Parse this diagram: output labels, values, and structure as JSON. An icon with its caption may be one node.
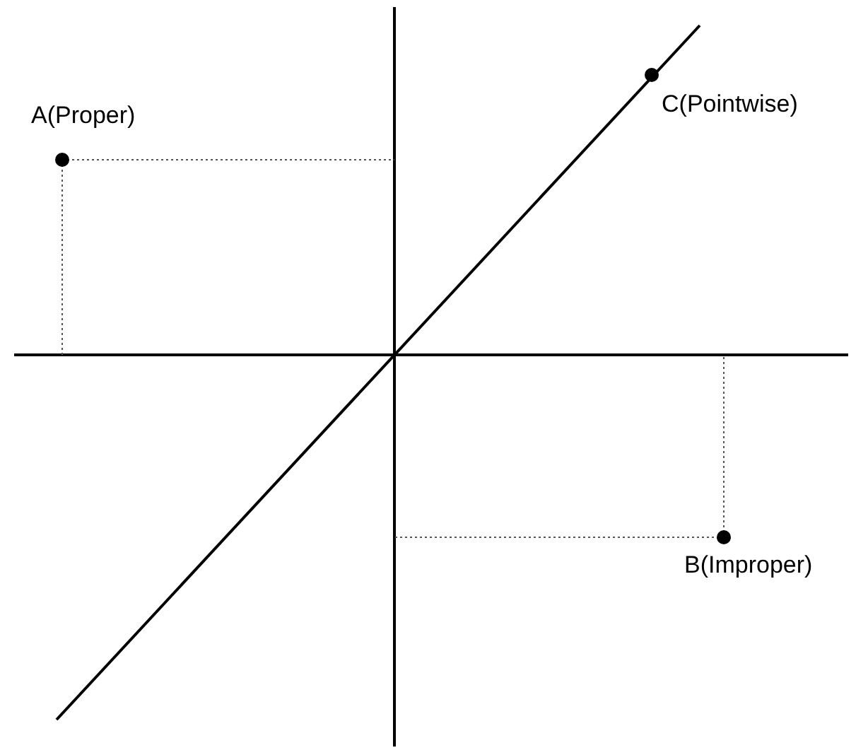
{
  "diagram": {
    "nodes": [
      {
        "text": [
          "A(Proper)"
        ]
      },
      {
        "text": [
          "C(Pointwise)"
        ]
      },
      {
        "text": [
          "B(Improper)"
        ]
      }
    ]
  }
}
